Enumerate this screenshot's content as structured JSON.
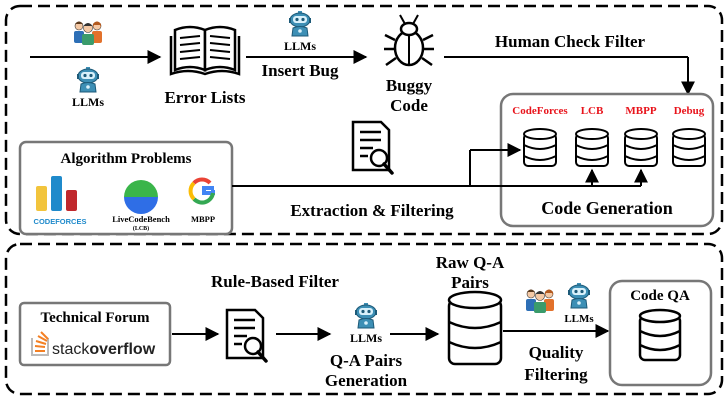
{
  "top_panel": {
    "llms_left_label": "LLMs",
    "error_lists_label": "Error Lists",
    "llms_mid_label": "LLMs",
    "insert_bug_label": "Insert Bug",
    "buggy_code_line1": "Buggy",
    "buggy_code_line2": "Code",
    "human_check_label": "Human Check Filter",
    "dataset_labels": [
      "CodeForces",
      "LCB",
      "MBPP",
      "Debug"
    ],
    "code_generation_label": "Code Generation",
    "algorithm_problems_title": "Algorithm Problems",
    "codeforces_logo_text": "CODEFORCES",
    "livecodebench_label": "LiveCodeBench",
    "livecodebench_sub": "(LCB)",
    "mbpp_label": "MBPP",
    "extraction_label": "Extraction & Filtering"
  },
  "bottom_panel": {
    "technical_forum_title": "Technical Forum",
    "stackoverflow_text_1": "stack",
    "stackoverflow_text_2": "overflow",
    "rule_based_filter_label": "Rule-Based Filter",
    "llms_label": "LLMs",
    "qa_gen_line1": "Q-A Pairs",
    "qa_gen_line2": "Generation",
    "raw_qa_line1": "Raw Q-A",
    "raw_qa_line2": "Pairs",
    "llms_right_label": "LLMs",
    "quality_line1": "Quality",
    "quality_line2": "Filtering",
    "code_qa_label": "Code QA"
  },
  "colors": {
    "accent_red": "#e8131b",
    "robot_blue": "#3d8fb5",
    "cf_yellow": "#f2c43c",
    "cf_blue": "#1f8acb",
    "cf_red": "#c0282d",
    "so_orange": "#f48024",
    "lcb_green": "#3ab54a",
    "lcb_blue": "#2f6ee6"
  }
}
